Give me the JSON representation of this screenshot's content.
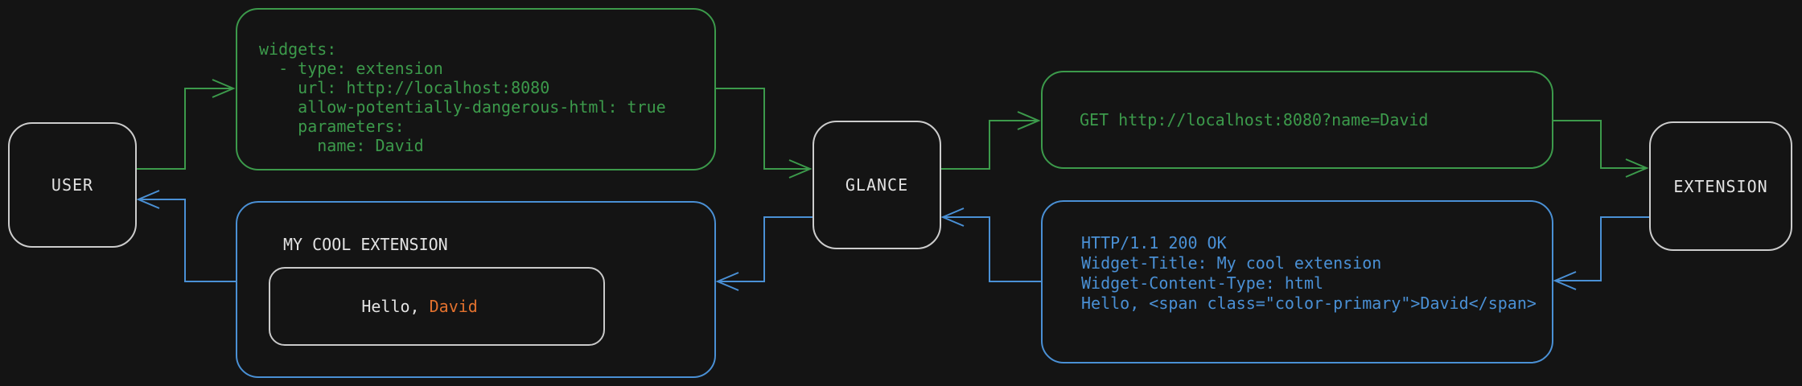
{
  "colors": {
    "background": "#141414",
    "green": "#3c9a4b",
    "blue": "#4a90d5",
    "orange": "#e2712e",
    "text": "#e2e2e2",
    "node_border": "#cccccc",
    "inner_border": "#c9c9c9"
  },
  "nodes": {
    "user": {
      "label": "USER"
    },
    "glance": {
      "label": "GLANCE"
    },
    "extension": {
      "label": "EXTENSION"
    }
  },
  "config_box": {
    "lines": [
      "widgets:",
      "  - type: extension",
      "    url: http://localhost:8080",
      "    allow-potentially-dangerous-html: true",
      "    parameters:",
      "      name: David"
    ]
  },
  "request_box": {
    "text": "GET http://localhost:8080?name=David"
  },
  "response_box": {
    "lines": [
      "HTTP/1.1 200 OK",
      "Widget-Title: My cool extension",
      "Widget-Content-Type: html",
      "",
      "Hello, <span class=\"color-primary\">David</span>"
    ]
  },
  "widget_box": {
    "title": "MY COOL EXTENSION",
    "hello_prefix": "Hello, ",
    "hello_name": "David"
  }
}
